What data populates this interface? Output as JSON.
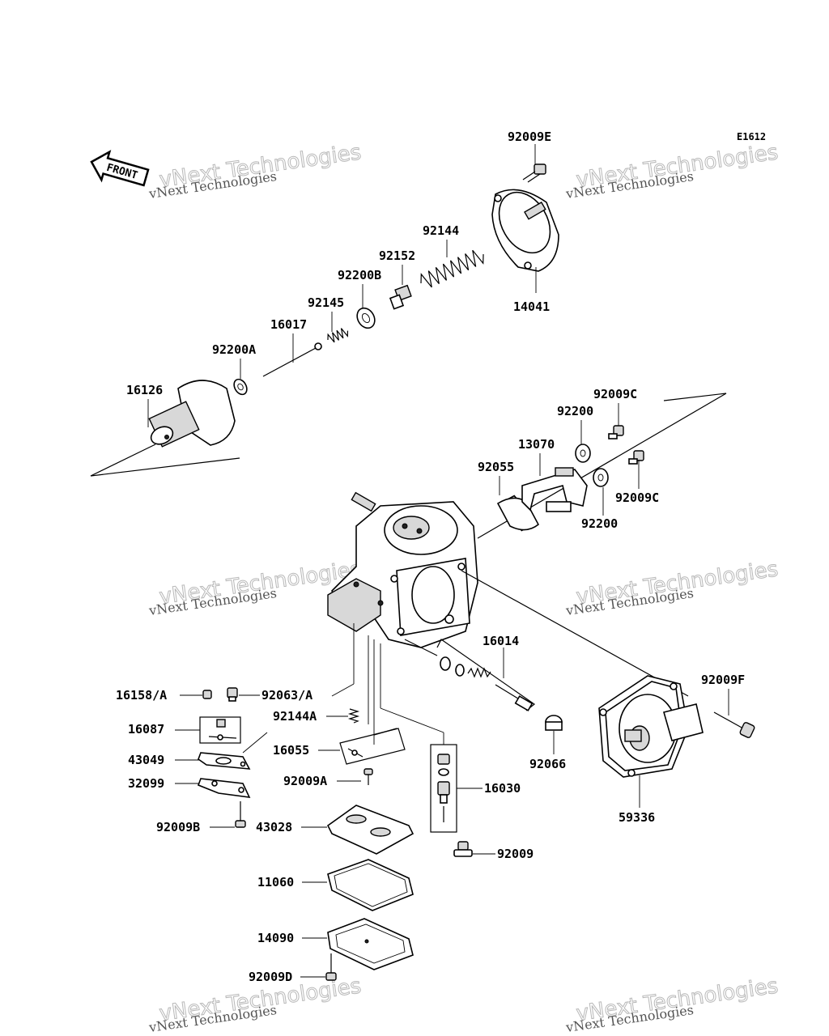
{
  "diagram": {
    "code": "E1612",
    "front_label": "FRONT",
    "watermark": {
      "line1": "vNext Technologies",
      "line2": "vNext Technologies"
    },
    "parts": [
      {
        "id": "p1",
        "label": "92009E"
      },
      {
        "id": "p2",
        "label": "92144"
      },
      {
        "id": "p3",
        "label": "92152"
      },
      {
        "id": "p4",
        "label": "92200B"
      },
      {
        "id": "p5",
        "label": "92145"
      },
      {
        "id": "p6",
        "label": "16017"
      },
      {
        "id": "p7",
        "label": "92200A"
      },
      {
        "id": "p8",
        "label": "16126"
      },
      {
        "id": "p9",
        "label": "14041"
      },
      {
        "id": "p10",
        "label": "92009C"
      },
      {
        "id": "p11",
        "label": "92200"
      },
      {
        "id": "p12",
        "label": "13070"
      },
      {
        "id": "p13",
        "label": "92055"
      },
      {
        "id": "p14",
        "label": "92009C"
      },
      {
        "id": "p15",
        "label": "92200"
      },
      {
        "id": "p16",
        "label": "16014"
      },
      {
        "id": "p17",
        "label": "92009F"
      },
      {
        "id": "p18",
        "label": "16158/A"
      },
      {
        "id": "p19",
        "label": "92063/A"
      },
      {
        "id": "p20",
        "label": "92144A"
      },
      {
        "id": "p21",
        "label": "16087"
      },
      {
        "id": "p22",
        "label": "16055"
      },
      {
        "id": "p23",
        "label": "43049"
      },
      {
        "id": "p24",
        "label": "92009A"
      },
      {
        "id": "p25",
        "label": "32099"
      },
      {
        "id": "p26",
        "label": "16030"
      },
      {
        "id": "p27",
        "label": "92066"
      },
      {
        "id": "p28",
        "label": "59336"
      },
      {
        "id": "p29",
        "label": "92009B"
      },
      {
        "id": "p30",
        "label": "43028"
      },
      {
        "id": "p31",
        "label": "92009"
      },
      {
        "id": "p32",
        "label": "11060"
      },
      {
        "id": "p33",
        "label": "14090"
      },
      {
        "id": "p34",
        "label": "92009D"
      }
    ]
  }
}
